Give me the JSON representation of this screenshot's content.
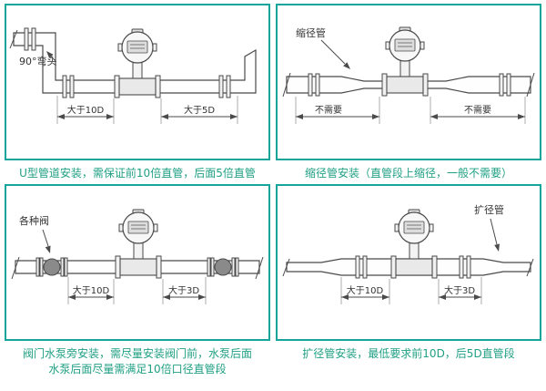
{
  "colors": {
    "panel_border": "#16a59b",
    "caption_text": "#21a084",
    "line": "#4a4a4a"
  },
  "panels": [
    {
      "name": "u-pipe-installation",
      "callout": "90°弯头",
      "dims": {
        "left": "大于10D",
        "right": "大于5D"
      },
      "caption_lines": [
        "U型管道安装，需保证前10倍直管，后面5倍直管"
      ]
    },
    {
      "name": "reducer-installation",
      "callout": "缩径管",
      "dims": {
        "left": "不需要",
        "right": "不需要"
      },
      "caption_lines": [
        "缩径管安装（直管段上缩径，一般不需要）"
      ]
    },
    {
      "name": "valve-pump-installation",
      "callout": "各种阀",
      "dims": {
        "left": "大于10D",
        "right": "大于3D"
      },
      "caption_lines": [
        "阀门水泵旁安装，需尽量安装阀门前，水泵后面",
        "水泵后面尽量需满足10倍口径直管段"
      ]
    },
    {
      "name": "expander-installation",
      "callout": "扩径管",
      "dims": {
        "left": "大于10D",
        "right": "大于3D"
      },
      "caption_lines": [
        "扩径管安装，最低要求前10D，后5D直管段"
      ]
    }
  ]
}
